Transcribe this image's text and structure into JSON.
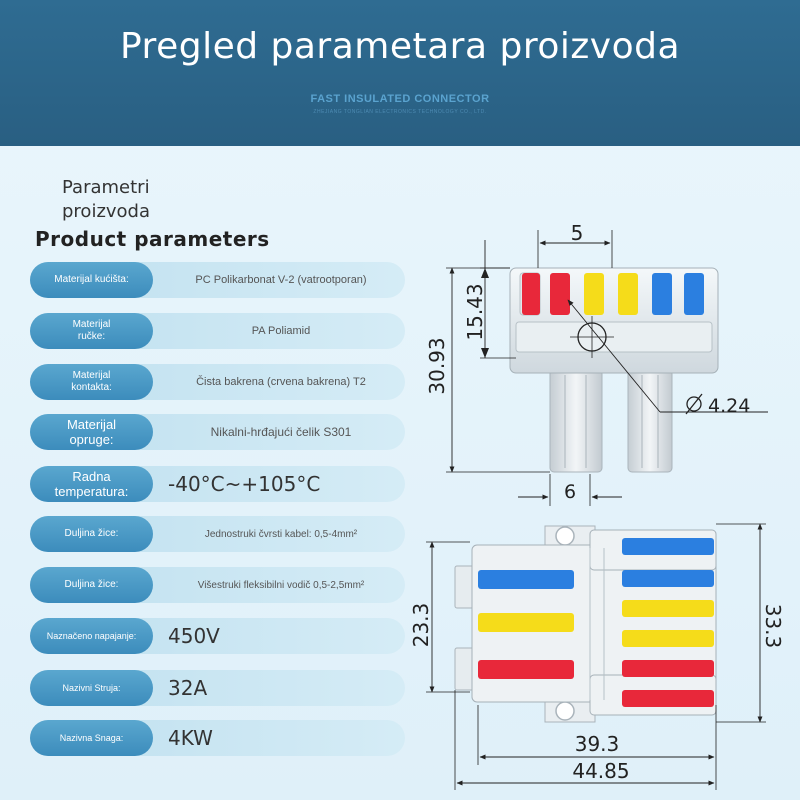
{
  "header": {
    "title": "Pregled parametara proizvoda",
    "brand": "FAST INSULATED CONNECTOR",
    "brand_sub": "ZHEJIANG TONGLIAN ELECTRONICS TECHNOLOGY CO., LTD."
  },
  "section": {
    "title_local": "Parametri proizvoda",
    "title_en": "Product parameters"
  },
  "params": [
    {
      "label": "Materijal kućišta:",
      "value": "PC Polikarbonat V-2 (vatrootporan)"
    },
    {
      "label": "Materijal ručke:",
      "value": "PA Poliamid"
    },
    {
      "label": "Materijal kontakta:",
      "value": "Čista bakrena (crvena bakrena) T2"
    },
    {
      "label": "Materijal opruge:",
      "value": "Nikalni-hrđajući čelik S301"
    },
    {
      "label": "Radna temperatura:",
      "value": "-40°C~+105°C"
    },
    {
      "label": "Duljina žice:",
      "value": "Jednostruki čvrsti kabel: 0,5-4mm²"
    },
    {
      "label": "Duljina žice:",
      "value": "Višestruki fleksibilni vodič 0,5-2,5mm²"
    },
    {
      "label": "Naznačeno napajanje:",
      "value": "450V"
    },
    {
      "label": "Nazivni Struja:",
      "value": "32A"
    },
    {
      "label": "Nazivna Snaga:",
      "value": "4KW"
    }
  ],
  "dimensions": {
    "top_pitch": "5",
    "top_height": "15.43",
    "total_height": "30.93",
    "hole_diameter": "4.24",
    "leg_width": "6",
    "body_height": "23.3",
    "overall_height": "33.3",
    "body_width": "39.3",
    "overall_width": "44.85"
  },
  "colors": {
    "header_bg": "#2f6c92",
    "pill_label": "#4a9bc7",
    "pill_bg": "#c9e6f3",
    "lever_red": "#e8283a",
    "lever_yellow": "#f5dc1a",
    "lever_blue": "#2b7fe0"
  }
}
